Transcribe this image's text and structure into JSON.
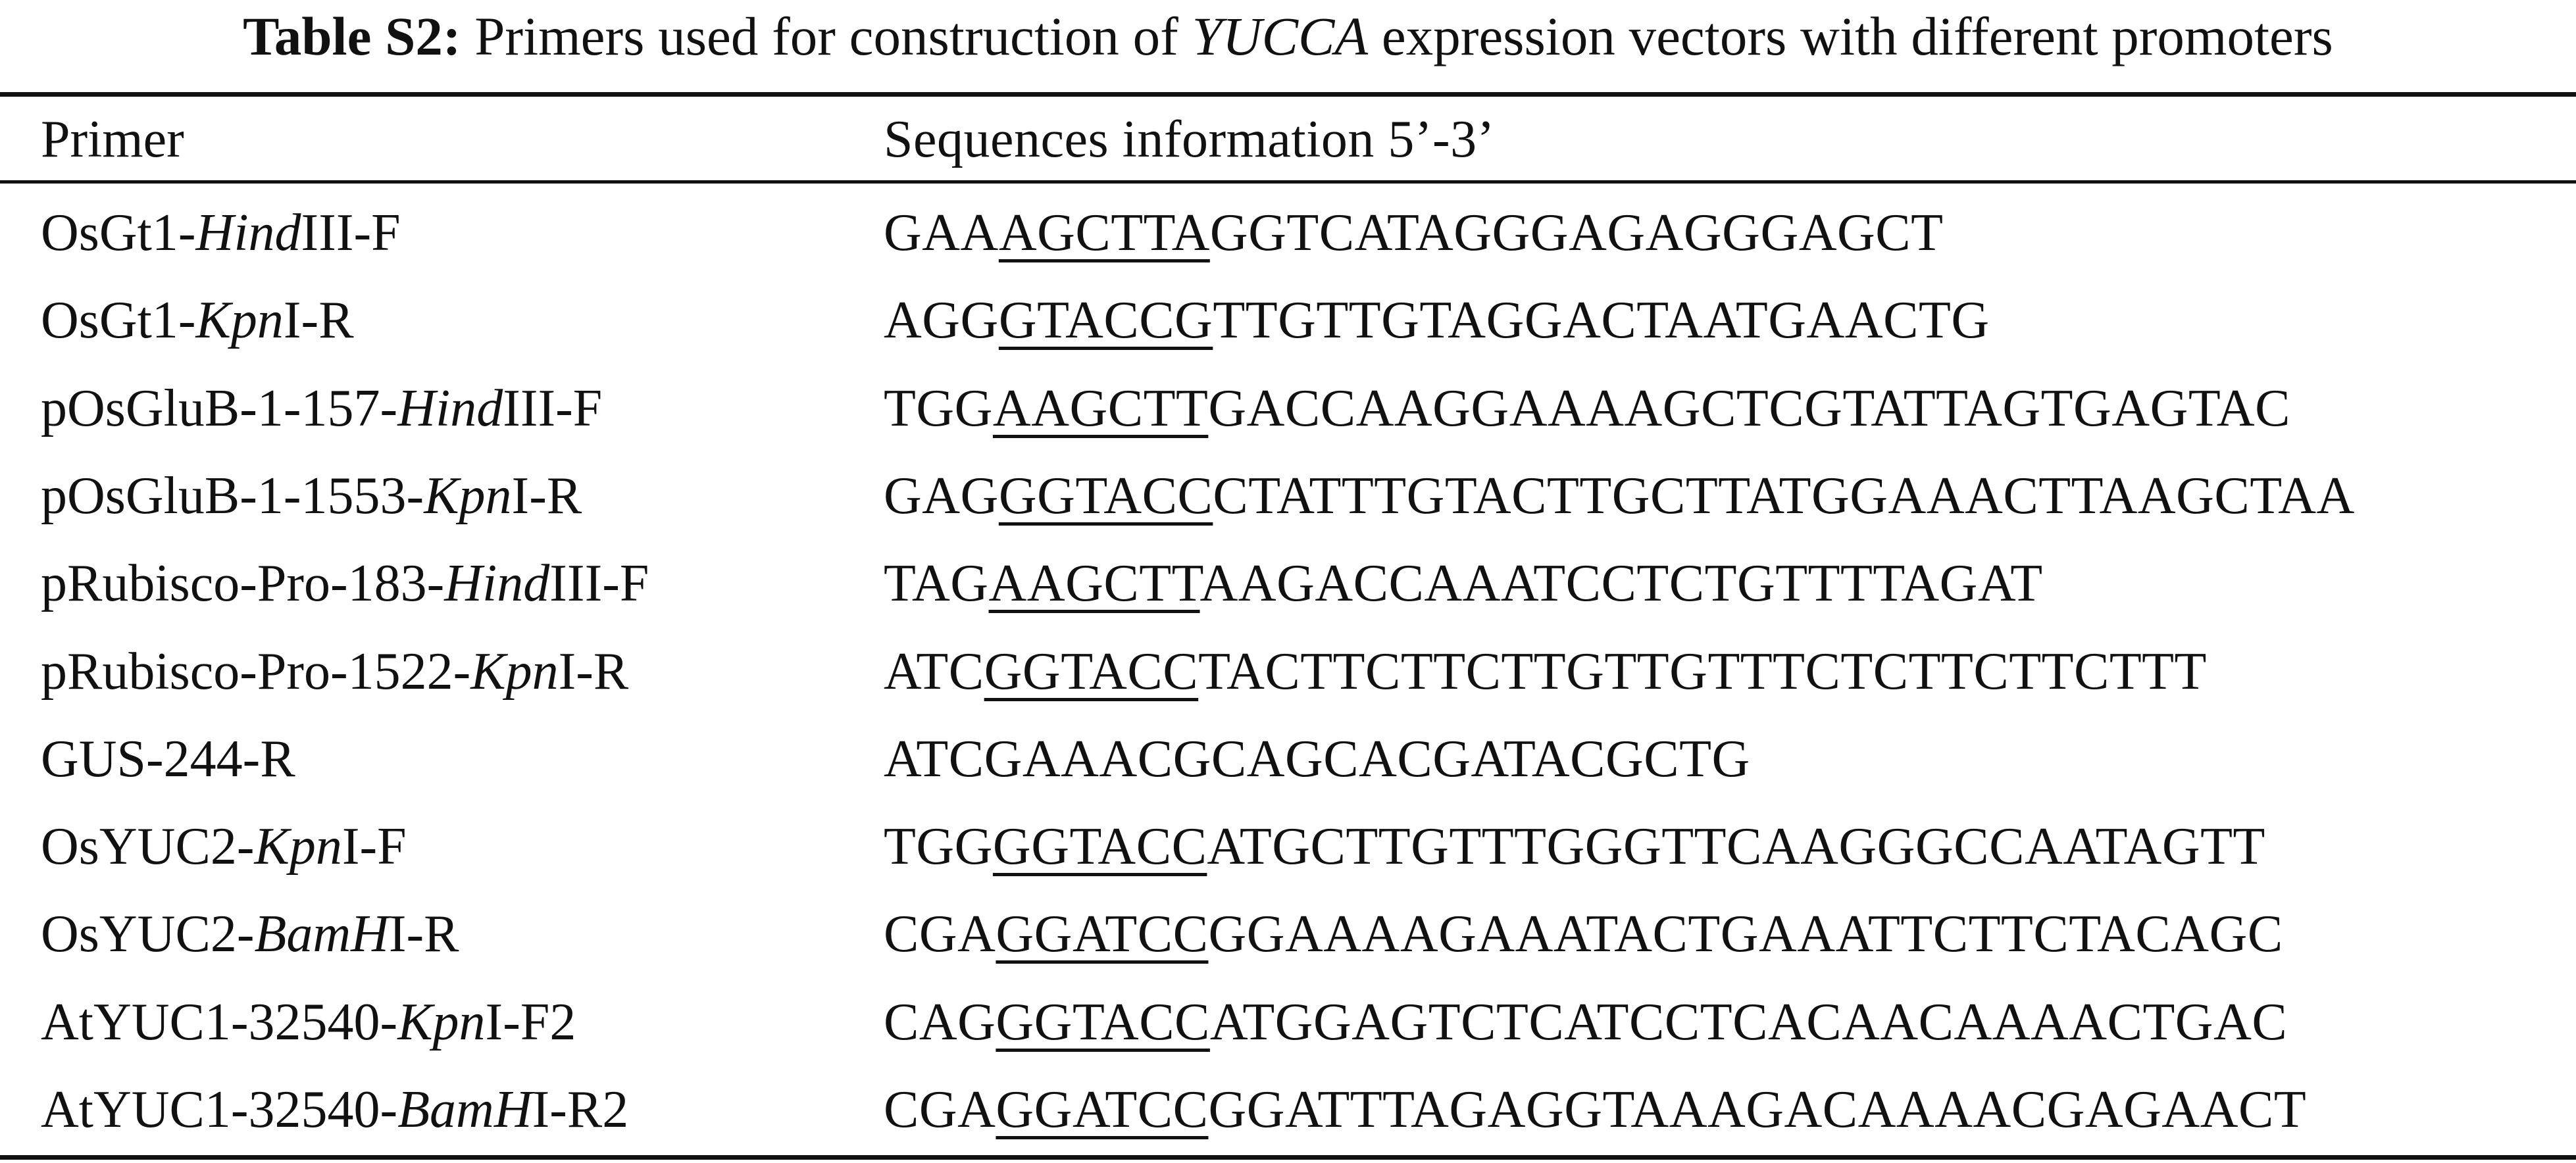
{
  "caption": {
    "label": "Table S2:",
    "pre": " Primers used for construction of ",
    "italic": "YUCCA",
    "post": " expression vectors with different promoters"
  },
  "table": {
    "headers": {
      "primer": "Primer",
      "sequence": "Sequences information 5’-3’"
    },
    "rows": [
      {
        "primer": [
          {
            "t": "OsGt1-"
          },
          {
            "t": "Hind",
            "i": true
          },
          {
            "t": "III-F"
          }
        ],
        "seq": [
          {
            "t": "GAA"
          },
          {
            "t": "AGCTTA",
            "u": true
          },
          {
            "t": "GGTCATAGGGAGAGGGAGCT"
          }
        ]
      },
      {
        "primer": [
          {
            "t": "OsGt1-"
          },
          {
            "t": "Kpn",
            "i": true
          },
          {
            "t": "I-R"
          }
        ],
        "seq": [
          {
            "t": "AGG"
          },
          {
            "t": "GTACCG",
            "u": true
          },
          {
            "t": "TTGTTGTAGGACTAATGAACTG"
          }
        ]
      },
      {
        "primer": [
          {
            "t": "pOsGluB-1-157-"
          },
          {
            "t": "Hind",
            "i": true
          },
          {
            "t": "III-F"
          }
        ],
        "seq": [
          {
            "t": "TGG"
          },
          {
            "t": "AAGCTT",
            "u": true
          },
          {
            "t": "GACCAAGGAAAAGCTCGTATTAGTGAGTAC"
          }
        ]
      },
      {
        "primer": [
          {
            "t": "pOsGluB-1-1553-"
          },
          {
            "t": "Kpn",
            "i": true
          },
          {
            "t": "I-R"
          }
        ],
        "seq": [
          {
            "t": "GAG"
          },
          {
            "t": "GGTACC",
            "u": true
          },
          {
            "t": "CTATTTGTACTTGCTTATGGAAACTTAAGCTAA"
          }
        ]
      },
      {
        "primer": [
          {
            "t": "pRubisco-Pro-183-"
          },
          {
            "t": "Hind",
            "i": true
          },
          {
            "t": "III-F"
          }
        ],
        "seq": [
          {
            "t": "TAG"
          },
          {
            "t": "AAGCTT",
            "u": true
          },
          {
            "t": "AAGACCAAATCCTCTGTTTTAGAT"
          }
        ]
      },
      {
        "primer": [
          {
            "t": "pRubisco-Pro-1522-"
          },
          {
            "t": "Kpn",
            "i": true
          },
          {
            "t": "I-R"
          }
        ],
        "seq": [
          {
            "t": "ATC"
          },
          {
            "t": "GGTACC",
            "u": true
          },
          {
            "t": "TACTTCTTCTTGTTGTTTCTCTTCTTCTTT"
          }
        ]
      },
      {
        "primer": [
          {
            "t": "GUS-244-R"
          }
        ],
        "seq": [
          {
            "t": "ATCGAAACGCAGCACGATACGCTG"
          }
        ]
      },
      {
        "primer": [
          {
            "t": "OsYUC2-"
          },
          {
            "t": "Kpn",
            "i": true
          },
          {
            "t": "I-F"
          }
        ],
        "seq": [
          {
            "t": "TGG"
          },
          {
            "t": "GGTACC",
            "u": true
          },
          {
            "t": "ATGCTTGTTTGGGTTCAAGGGCCAATAGTT"
          }
        ]
      },
      {
        "primer": [
          {
            "t": "OsYUC2-"
          },
          {
            "t": "BamH",
            "i": true
          },
          {
            "t": "I-R"
          }
        ],
        "seq": [
          {
            "t": "CGA"
          },
          {
            "t": "GGATCC",
            "u": true
          },
          {
            "t": "GGAAAAGAAATACTGAAATTCTTCTACAGC"
          }
        ]
      },
      {
        "primer": [
          {
            "t": "AtYUC1-32540-"
          },
          {
            "t": "Kpn",
            "i": true
          },
          {
            "t": "I-F2"
          }
        ],
        "seq": [
          {
            "t": "CAG"
          },
          {
            "t": "GGTACC",
            "u": true
          },
          {
            "t": "ATGGAGTCTCATCCTCACAACAAAACTGAC"
          }
        ]
      },
      {
        "primer": [
          {
            "t": "AtYUC1-32540-"
          },
          {
            "t": "BamH",
            "i": true
          },
          {
            "t": "I-R2"
          }
        ],
        "seq": [
          {
            "t": "CGA"
          },
          {
            "t": "GGATCC",
            "u": true
          },
          {
            "t": "GGATTTAGAGGTAAAGACAAAACGAGAACT"
          }
        ]
      }
    ]
  }
}
